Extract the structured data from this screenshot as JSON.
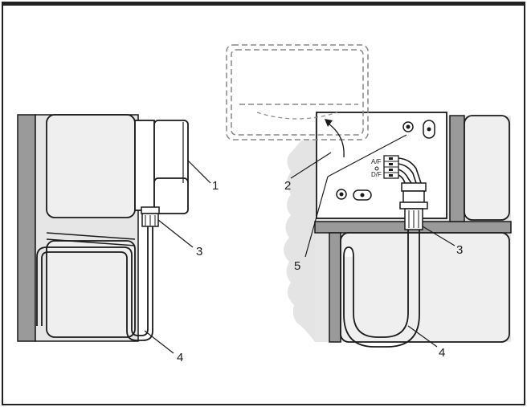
{
  "callouts": {
    "left": {
      "c1": "1",
      "c3": "3",
      "c4": "4"
    },
    "right": {
      "c2": "2",
      "c3": "3",
      "c4": "4",
      "c5": "5"
    }
  },
  "terminal_labels": {
    "ac": "A/F",
    "dc": "D/F"
  },
  "colors": {
    "line": "#1a1a1a",
    "wall": "#e3e3e3",
    "dark_wall": "#9a9a9a",
    "dashed": "#888888",
    "border": "#222222"
  }
}
